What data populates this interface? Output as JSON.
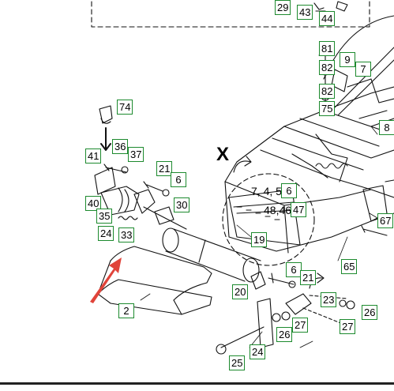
{
  "diagram": {
    "accent_color": "#1d8a2e",
    "callouts": {
      "c29": "29",
      "c43": "43",
      "c44": "44",
      "c81": "81",
      "c9": "9",
      "c82a": "82",
      "c7": "7",
      "c82b": "82",
      "c75": "75",
      "c8": "8",
      "c74": "74",
      "c36": "36",
      "c37": "37",
      "c41": "41",
      "c21a": "21",
      "c6a": "6",
      "c40": "40",
      "c35": "35",
      "c30": "30",
      "c24a": "24",
      "c33": "33",
      "c7b": "6",
      "c47": "47",
      "c19": "19",
      "c67": "67",
      "c65": "65",
      "c6b": "6",
      "c21b": "21",
      "c20": "20",
      "c2": "2",
      "c23": "23",
      "c27a": "27",
      "c26a": "26",
      "c26b": "26",
      "c27b": "27",
      "c24b": "24",
      "c25": "25"
    },
    "plain_labels": {
      "group_top": "7, 4, 5,",
      "group_bottom": "48,46"
    },
    "x_marker": "X"
  }
}
